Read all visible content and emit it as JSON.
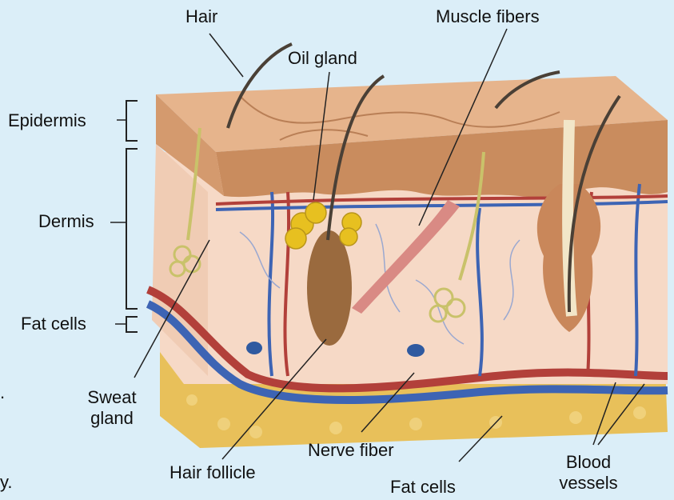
{
  "diagram": {
    "labels": {
      "hair": "Hair",
      "muscle_fibers": "Muscle fibers",
      "oil_gland": "Oil gland",
      "epidermis": "Epidermis",
      "dermis": "Dermis",
      "fat_cells_layer": "Fat cells",
      "sweat_gland": [
        "Sweat",
        "gland"
      ],
      "hair_follicle": "Hair follicle",
      "nerve_fiber": "Nerve fiber",
      "fat_cells_bottom": "Fat cells",
      "blood_vessels": [
        "Blood",
        "vessels"
      ]
    },
    "margin_marks": [
      ".",
      "y."
    ]
  },
  "colors": {
    "background": "#dbeef8",
    "skin_surface": "#d9a47a",
    "dermis": "#f6d9c6",
    "fat": "#e8c05a",
    "artery": "#b2403a",
    "vein": "#3d64b4",
    "nerve": "#c9c26a",
    "follicle": "#9a6a3e",
    "oil_gland": "#e7c020",
    "muscle": "#d98a84",
    "hair": "#4a4036"
  }
}
